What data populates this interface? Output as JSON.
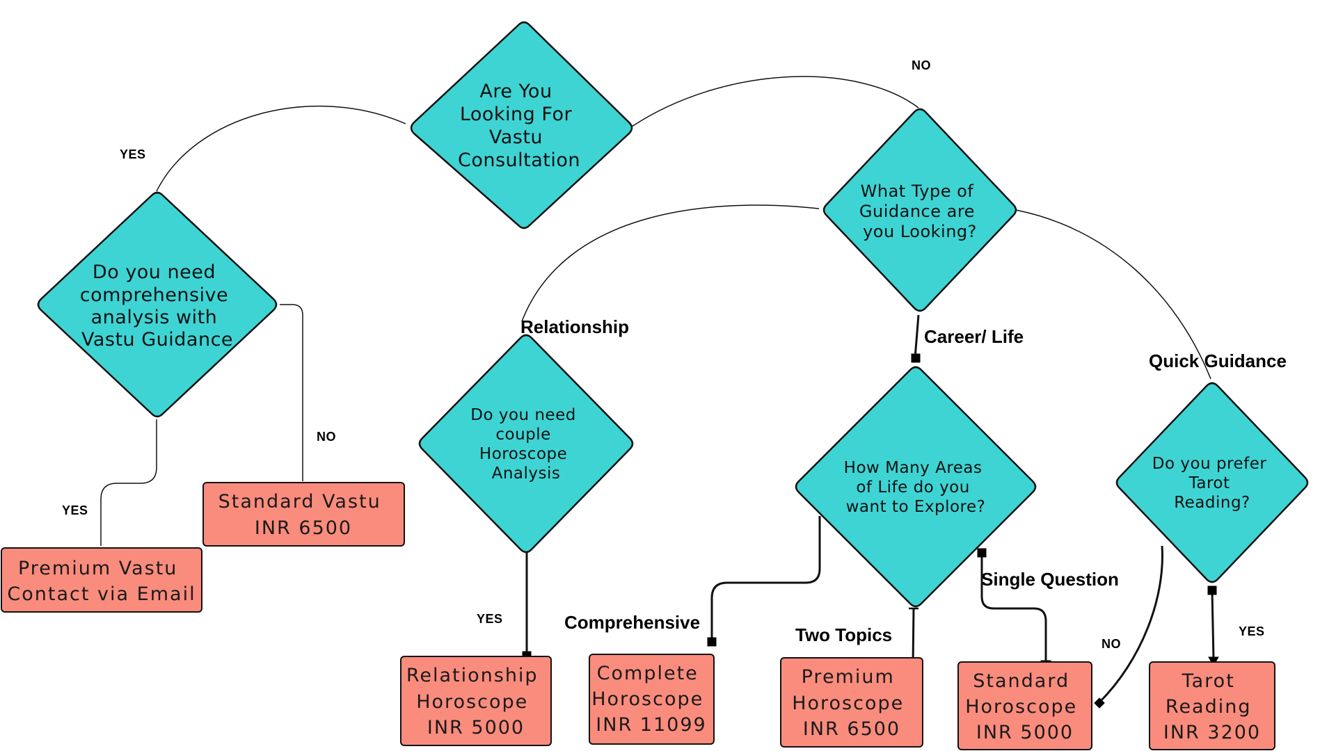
{
  "colors": {
    "decision_fill": "#3ED4D4",
    "outcome_fill": "#FA8C7D",
    "stroke": "#111111",
    "background": "#FFFFFF"
  },
  "decisions": {
    "vastu": [
      "Are You",
      "Looking For",
      "Vastu",
      "Consultation"
    ],
    "comprehensive": [
      "Do you need",
      "comprehensive",
      "analysis with",
      "Vastu Guidance"
    ],
    "guidance_type": [
      "What Type of",
      "Guidance are",
      "you Looking?"
    ],
    "couple": [
      "Do you need",
      "couple",
      "Horoscope",
      "Analysis"
    ],
    "areas": [
      "How Many Areas",
      "of Life do you",
      "want to Explore?"
    ],
    "tarot": [
      "Do you prefer",
      "Tarot",
      "Reading?"
    ]
  },
  "outcomes": {
    "premium_vastu": [
      "Premium Vastu",
      "Contact via Email"
    ],
    "standard_vastu": [
      "Standard Vastu",
      "INR 6500"
    ],
    "relationship_horoscope": [
      "Relationship",
      "Horoscope",
      "INR 5000"
    ],
    "complete_horoscope": [
      "Complete",
      "Horoscope",
      "INR 11099"
    ],
    "premium_horoscope": [
      "Premium",
      "Horoscope",
      "INR 6500"
    ],
    "standard_horoscope": [
      "Standard",
      "Horoscope",
      "INR 5000"
    ],
    "tarot_reading": [
      "Tarot",
      "Reading",
      "INR 3200"
    ]
  },
  "labels": {
    "yes_top": "YES",
    "no_top": "NO",
    "no_vastu": "NO",
    "yes_vastu": "YES",
    "relationship": "Relationship",
    "career_life": "Career/ Life",
    "quick_guidance": "Quick Guidance",
    "yes_couple": "YES",
    "comprehensive": "Comprehensive",
    "two_topics": "Two Topics",
    "single_question": "Single Question",
    "no_tarot": "NO",
    "yes_tarot": "YES"
  }
}
